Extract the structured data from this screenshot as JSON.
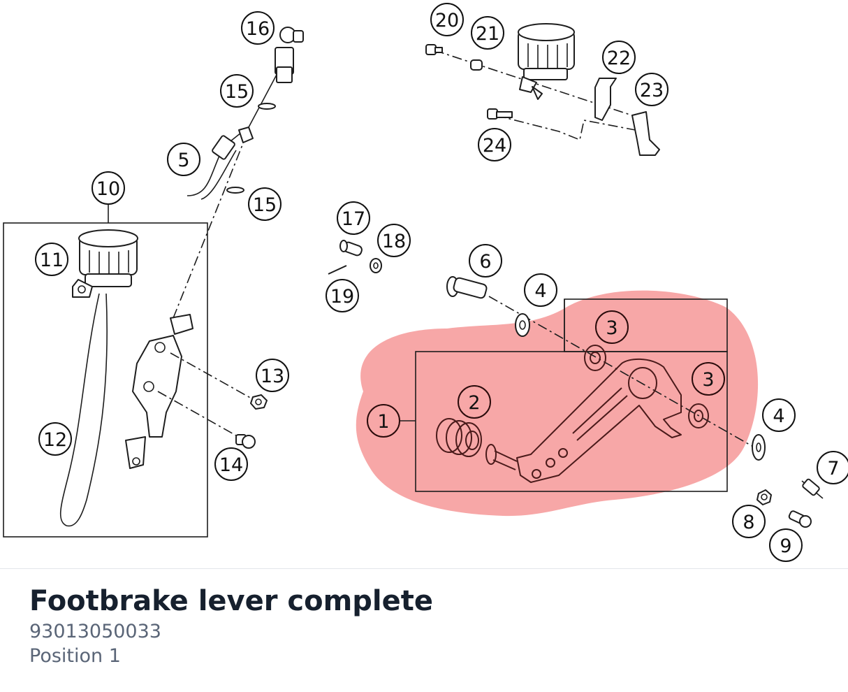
{
  "diagram": {
    "callouts": [
      "1",
      "2",
      "3",
      "3",
      "4",
      "4",
      "5",
      "6",
      "7",
      "8",
      "9",
      "10",
      "11",
      "12",
      "13",
      "14",
      "15",
      "15",
      "16",
      "17",
      "18",
      "19",
      "20",
      "21",
      "22",
      "23",
      "24"
    ],
    "highlighted": [
      "1",
      "2",
      "3"
    ],
    "highlight_color": "#f48a8a"
  },
  "part": {
    "title": "Footbrake lever complete",
    "number": "93013050033",
    "position": "Position 1"
  }
}
